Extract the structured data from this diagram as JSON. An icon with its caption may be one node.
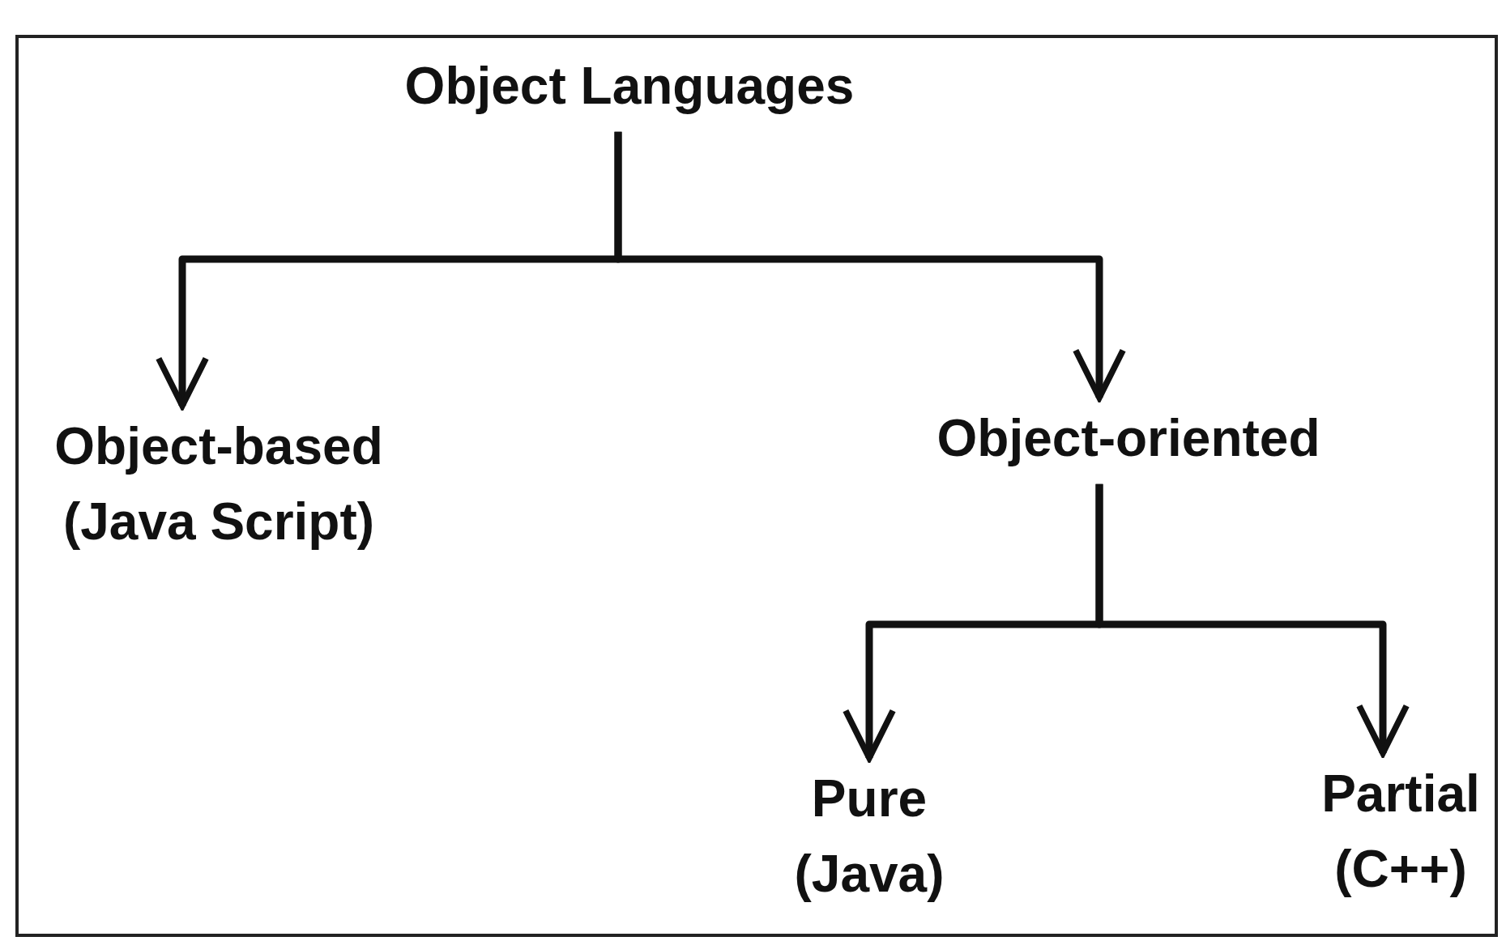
{
  "diagram": {
    "nodes": [
      {
        "text": [
          "Object Languages"
        ]
      },
      {
        "text": [
          "Object-based",
          "(Java Script)"
        ]
      },
      {
        "text": [
          "Object-oriented"
        ]
      },
      {
        "text": [
          "Pure",
          "(Java)"
        ]
      },
      {
        "text": [
          "Partial",
          "(C++)"
        ]
      }
    ],
    "edges": [
      {
        "from": 0,
        "to": 1,
        "arrow": "to"
      },
      {
        "from": 0,
        "to": 2,
        "arrow": "to"
      },
      {
        "from": 2,
        "to": 3,
        "arrow": "to"
      },
      {
        "from": 2,
        "to": 4,
        "arrow": "to"
      }
    ]
  }
}
